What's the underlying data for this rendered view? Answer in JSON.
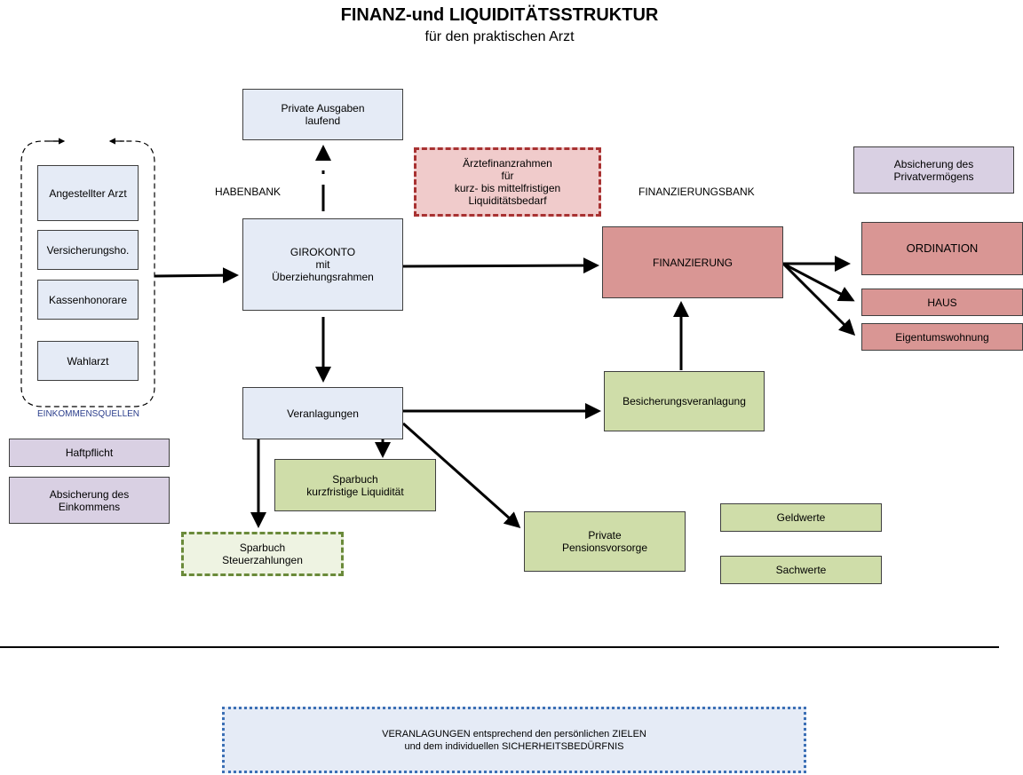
{
  "title": "FINANZ-und LIQUIDITÄTSSTRUKTUR",
  "subtitle": "für den praktischen Arzt",
  "labels": {
    "habenbank": "HABENBANK",
    "finanzierungsbank": "FINANZIERUNGSBANK",
    "einkommensquellen": "EINKOMMENSQUELLEN"
  },
  "income_sources": [
    "Angestellter Arzt",
    "Versicherungsho.",
    "Kassenhonorare",
    "Wahlarzt"
  ],
  "boxes": {
    "private_ausgaben": "Private Ausgaben\nlaufend",
    "aerztefinanzrahmen": "Ärztefinanzrahmen\nfür\nkurz- bis mittelfristigen\nLiquiditätsbedarf",
    "girokonto": "GIROKONTO\nmit\nÜberziehungsrahmen",
    "veranlagungen": "Veranlagungen",
    "sparbuch_kurz": "Sparbuch\nkurzfristige Liquidität",
    "sparbuch_steuer": "Sparbuch\nSteuerzahlungen",
    "private_pension": "Private\nPensionsvorsorge",
    "besicherung": "Besicherungsveranlagung",
    "finanzierung": "FINANZIERUNG",
    "ordination": "ORDINATION",
    "haus": "HAUS",
    "eigentumswohnung": "Eigentumswohnung",
    "absicherung_privat": "Absicherung des\nPrivatvermögens",
    "haftpflicht": "Haftpflicht",
    "absicherung_einkommen": "Absicherung des\nEinkommens",
    "geldwerte": "Geldwerte",
    "sachwerte": "Sachwerte"
  },
  "footer_note": "VERANLAGUNGEN entsprechend den persönlichen ZIELEN\nund dem individuellen SICHERHEITSBEDÜRFNIS"
}
